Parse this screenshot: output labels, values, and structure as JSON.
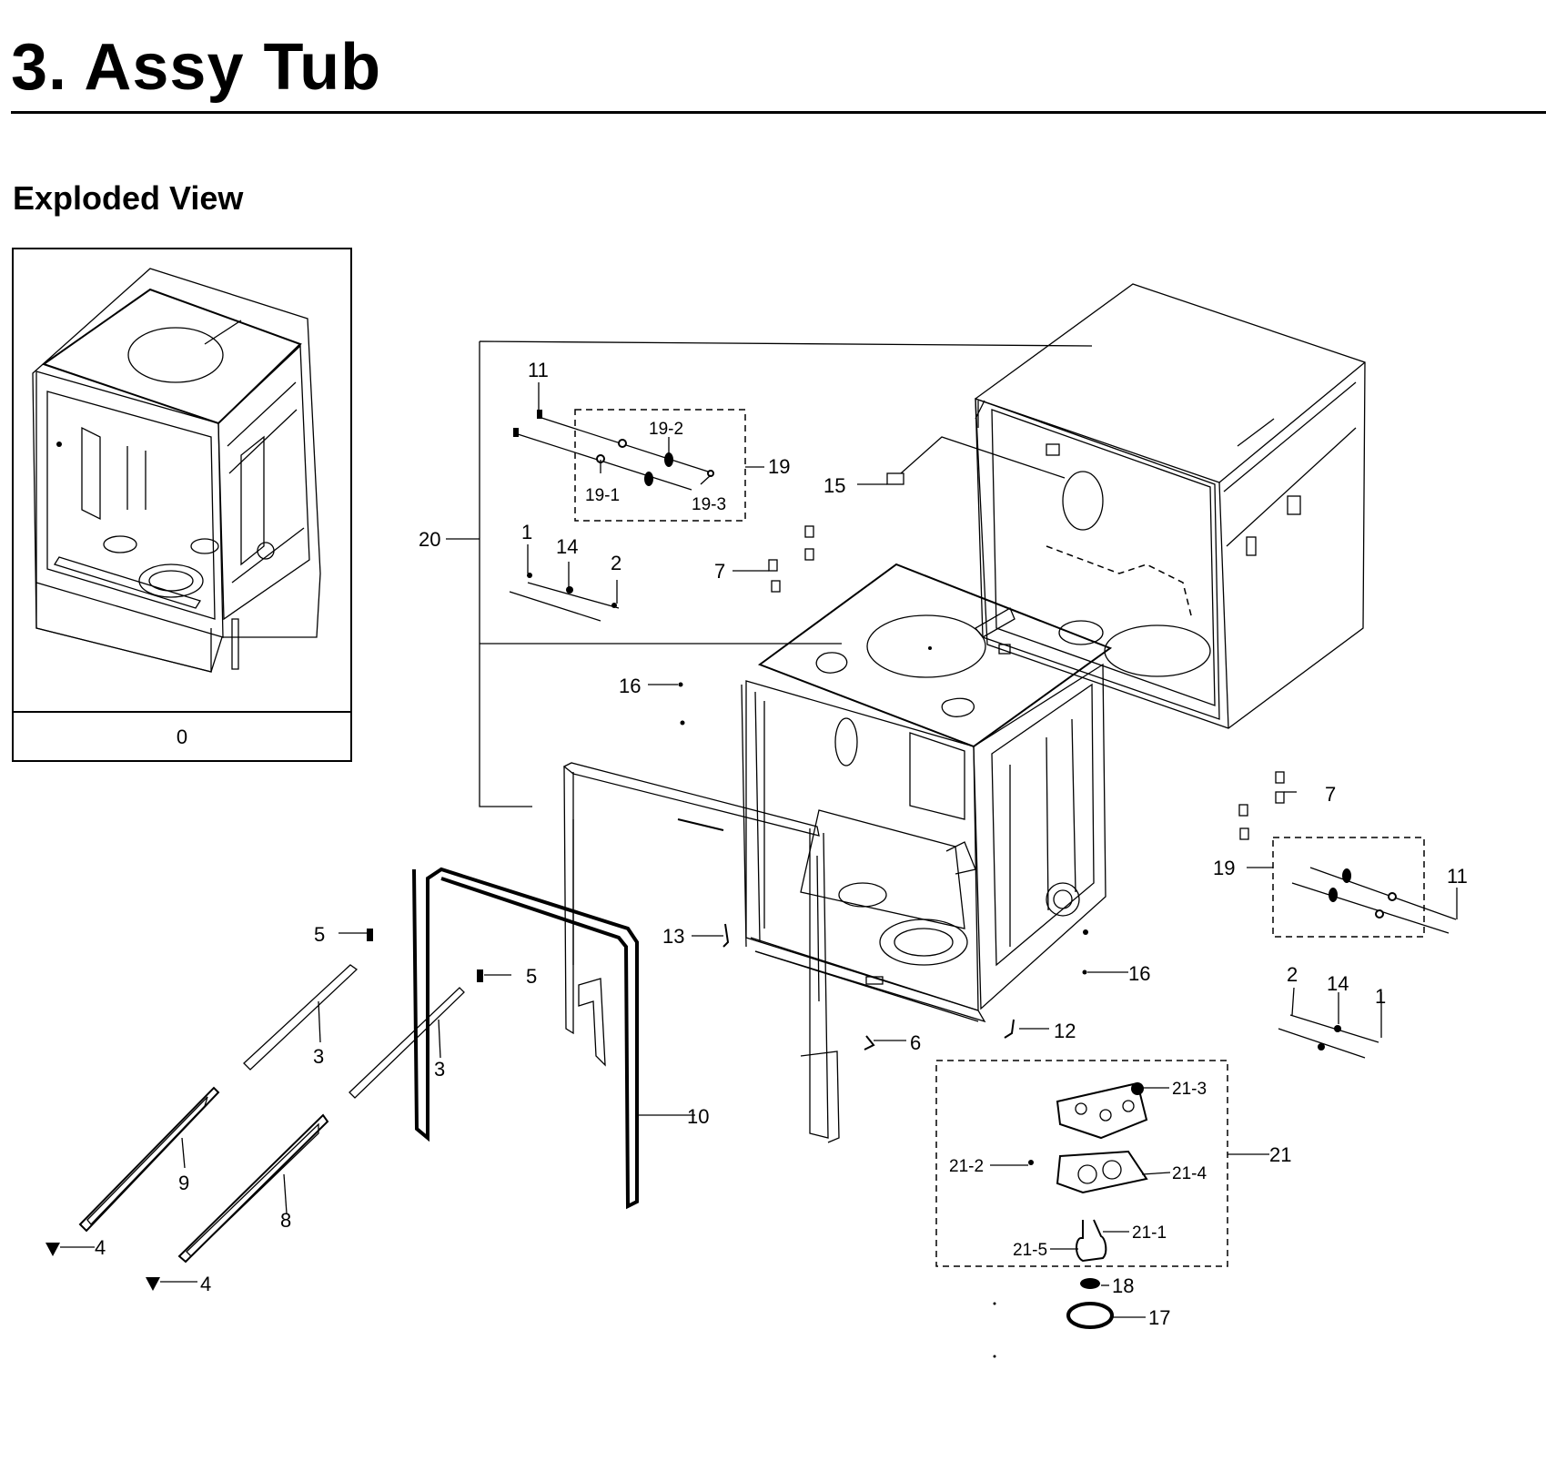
{
  "header": {
    "title": "3.  Assy Tub",
    "section": "Exploded View"
  },
  "inset": {
    "caption": "0"
  },
  "callouts": {
    "c11a": "11",
    "c19_2": "19-2",
    "c19a": "19",
    "c19_1": "19-1",
    "c19_3": "19-3",
    "c15": "15",
    "c20": "20",
    "c1a": "1",
    "c14a": "14",
    "c2a": "2",
    "c7a": "7",
    "c16a": "16",
    "c7b": "7",
    "c19b": "19",
    "c11b": "11",
    "c13": "13",
    "c5a": "5",
    "c5b": "5",
    "c3a": "3",
    "c3b": "3",
    "c16b": "16",
    "c12": "12",
    "c6": "6",
    "c2b": "2",
    "c14b": "14",
    "c1b": "1",
    "c10": "10",
    "c9": "9",
    "c8": "8",
    "c4a": "4",
    "c4b": "4",
    "c21_3": "21-3",
    "c21": "21",
    "c21_2": "21-2",
    "c21_4": "21-4",
    "c21_1": "21-1",
    "c21_5": "21-5",
    "c18": "18",
    "c17": "17"
  }
}
